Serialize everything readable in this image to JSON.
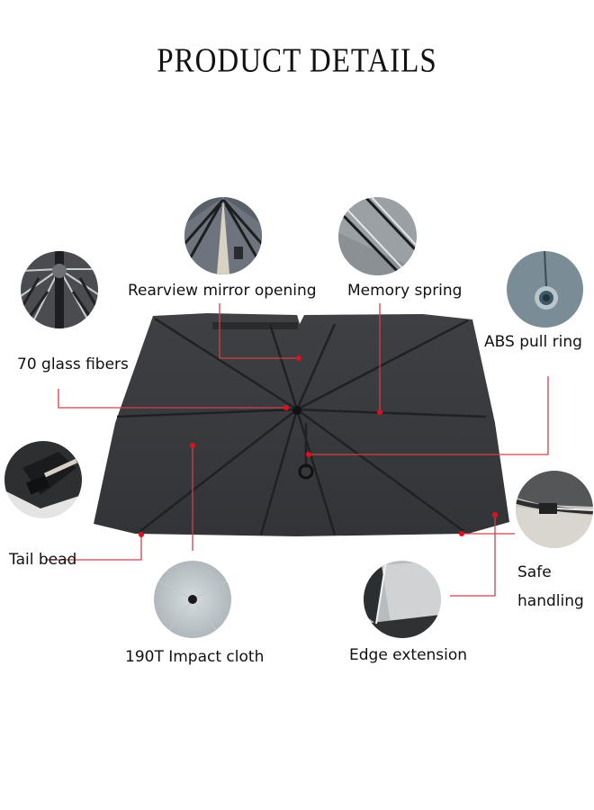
{
  "header": {
    "title": "PRODUCT DETAILS"
  },
  "features": [
    {
      "id": "rearview-mirror-opening",
      "label": "Rearview mirror opening"
    },
    {
      "id": "memory-spring",
      "label": "Memory spring"
    },
    {
      "id": "glass-fibers",
      "label": "70 glass fibers"
    },
    {
      "id": "abs-pull-ring",
      "label": "ABS pull ring"
    },
    {
      "id": "tail-bead",
      "label": "Tail bead"
    },
    {
      "id": "impact-cloth",
      "label": "190T Impact cloth"
    },
    {
      "id": "edge-extension",
      "label": "Edge extension"
    },
    {
      "id": "safe-handling",
      "label_line1": "Safe",
      "label_line2": "handling"
    }
  ],
  "colors": {
    "callout_line": "#d0404a",
    "callout_dot": "#e0101e",
    "shade_fabric": "#3a3b3e",
    "shade_dark": "#2a2b2d",
    "title_text": "#111111"
  }
}
